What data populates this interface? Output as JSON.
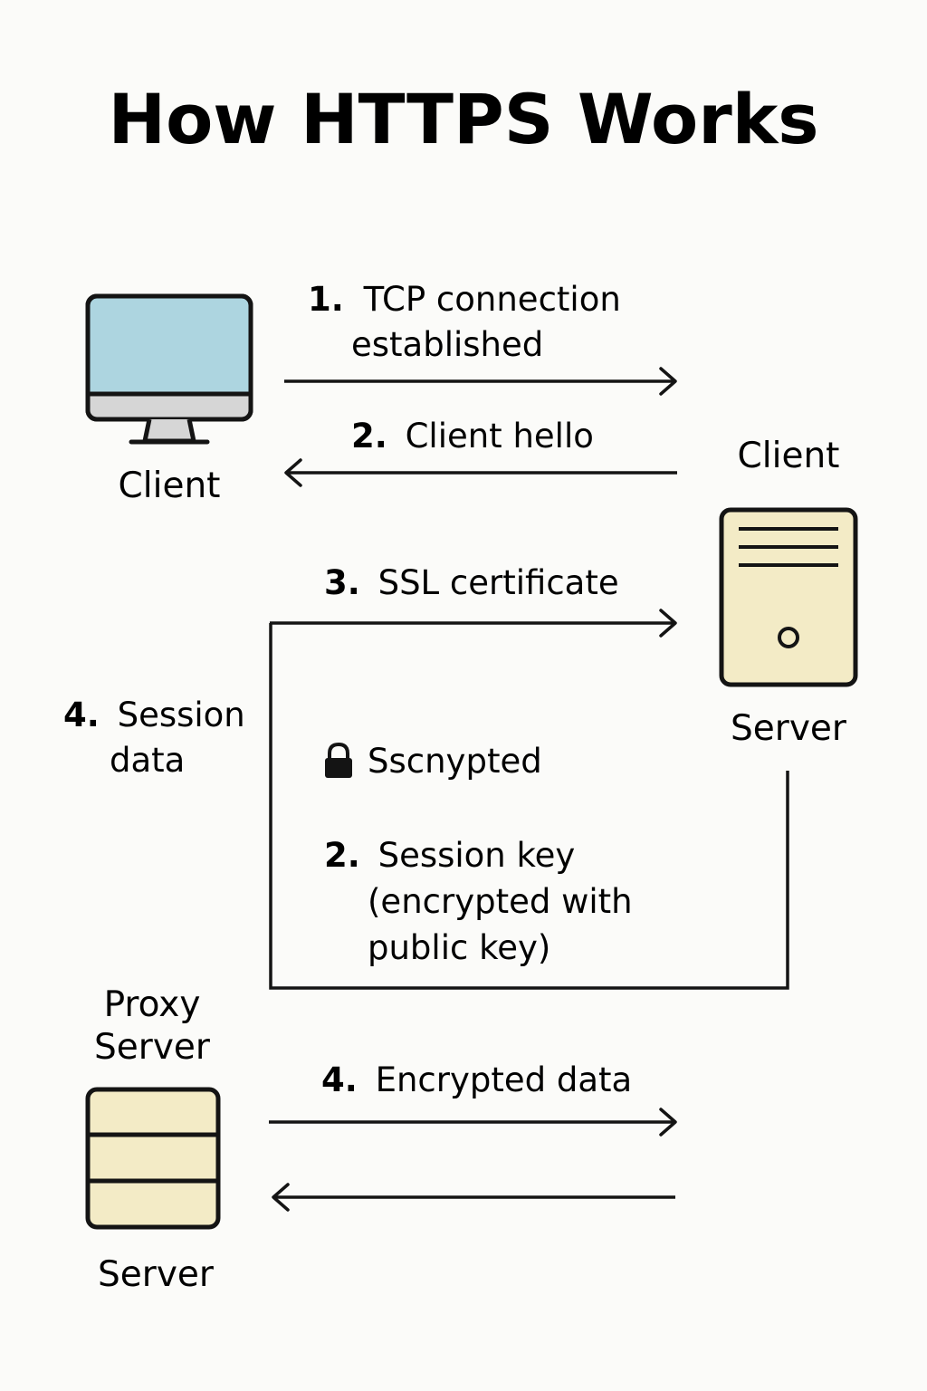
{
  "title": "How HTTPS Works",
  "nodes": {
    "client_computer": "Client",
    "client_top_right": "Client",
    "server_tower": "Server",
    "proxy_server_line1": "Proxy",
    "proxy_server_line2": "Server",
    "bottom_server": "Server"
  },
  "steps": {
    "tcp": {
      "num": "1.",
      "line1": "TCP connection",
      "line2": "established"
    },
    "hello": {
      "num": "2.",
      "text": "Client hello"
    },
    "ssl": {
      "num": "3.",
      "text": "SSL certificate"
    },
    "session_data": {
      "num": "4.",
      "line1": "Session",
      "line2": "data"
    },
    "encrypted_note": {
      "text": "Sscnypted"
    },
    "session_key": {
      "num": "2.",
      "line1": "Session key",
      "line2": "(encrypted with",
      "line3": "public key)"
    },
    "encrypted_data": {
      "num": "4.",
      "text": "Encrypted data"
    }
  },
  "icons": {
    "client": "desktop-monitor-icon",
    "server": "server-tower-icon",
    "proxy": "server-rack-icon",
    "lock": "padlock-icon"
  },
  "colors": {
    "monitor_screen": "#add5e0",
    "monitor_base": "#d6d6d6",
    "server_fill": "#f3ebc6",
    "stroke": "#141414",
    "background": "#fbfbf9"
  }
}
